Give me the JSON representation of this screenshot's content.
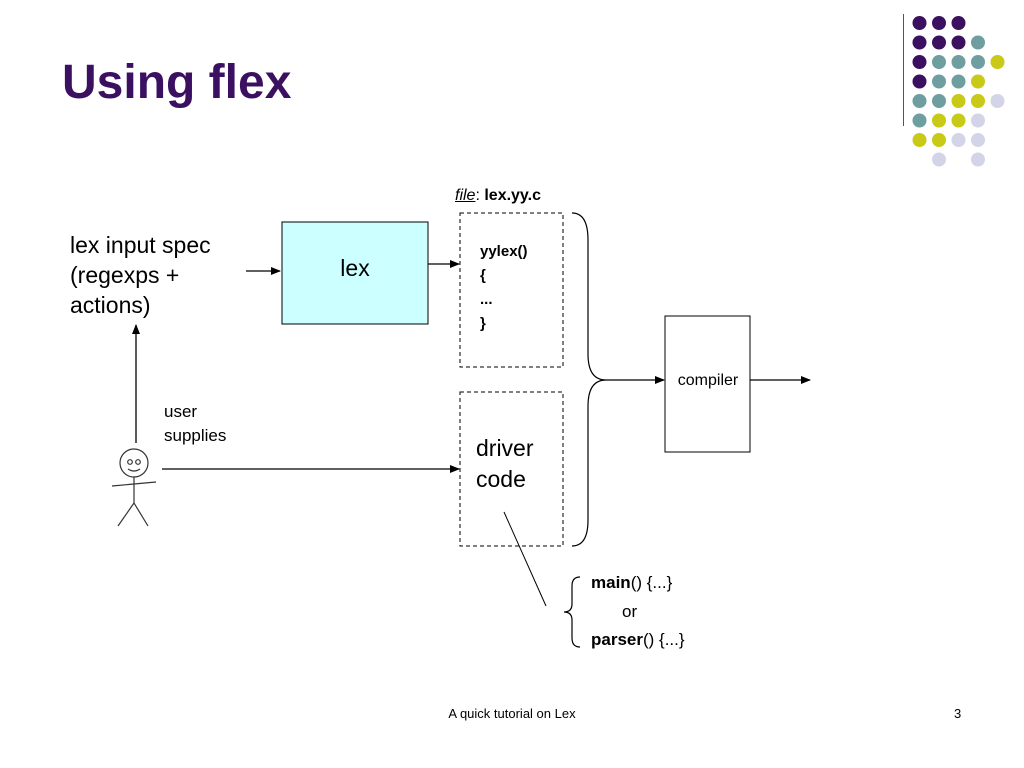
{
  "slide": {
    "title": "Using flex",
    "footer": "A quick tutorial on Lex",
    "page_number": "3"
  },
  "diagram": {
    "lex_input_spec": [
      "lex input spec",
      "(regexps +",
      "actions)"
    ],
    "lex_box": "lex",
    "file_key": "file",
    "file_sep": ": ",
    "file_value": "lex.yy.c",
    "generated_code": [
      "yylex()",
      "{",
      "...",
      "}"
    ],
    "compiler": "compiler",
    "user_supplies": [
      "user",
      "supplies"
    ],
    "driver_code": [
      "driver",
      "code"
    ],
    "alternatives": {
      "first_name": "main",
      "first_rest": "() {...}",
      "or": "or",
      "second_name": "parser",
      "second_rest": "() {...}"
    }
  },
  "colors": {
    "title": "#3b1060",
    "lex_box_fill": "#ccffff",
    "dot_purple": "#3b1060",
    "dot_teal": "#6e9ea0",
    "dot_yellow": "#c9c918",
    "dot_lavender": "#d4d4e8"
  },
  "icons": [
    "stick-figure-icon"
  ]
}
